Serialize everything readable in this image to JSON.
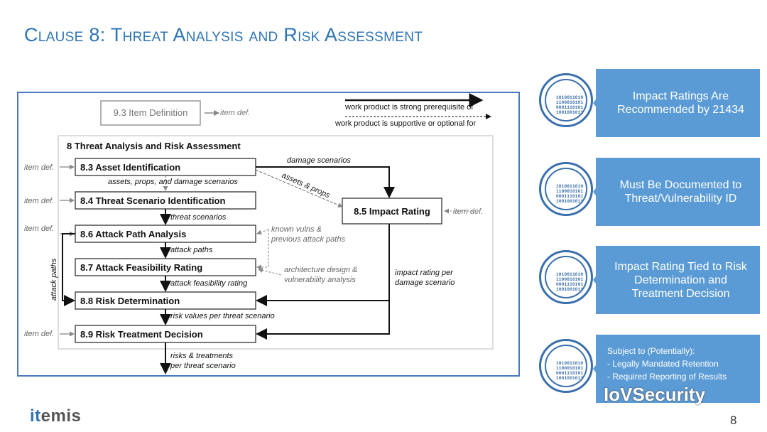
{
  "title": "Clause 8: Threat Analysis and Risk Assessment",
  "diagram": {
    "item_def_top": "9.3 Item Definition",
    "item_def_arrow_label": "item def.",
    "legend_strong": "work product is strong prerequisite of",
    "legend_weak": "work product is supportive or optional for",
    "frame_title": "8 Threat Analysis and Risk Assessment",
    "boxes": {
      "asset": "8.3 Asset Identification",
      "threat": "8.4 Threat Scenario Identification",
      "attack_path": "8.6 Attack Path Analysis",
      "feasibility": "8.7 Attack Feasibility Rating",
      "risk_det": "8.8 Risk Determination",
      "treatment": "8.9 Risk Treatment Decision",
      "impact": "8.5 Impact Rating"
    },
    "labels": {
      "item_def": "item def.",
      "damage_scenarios": "damage scenarios",
      "assets_props_damage": "assets, props, and damage scenarios",
      "assets_props": "assets & props",
      "threat_scenarios": "threat scenarios",
      "known_vulns_1": "known vulns &",
      "known_vulns_2": "previous attack paths",
      "attack_paths": "attack paths",
      "attack_paths_side": "attack paths",
      "arch_design_1": "architecture design &",
      "arch_design_2": "vulnerability analysis",
      "impact_per_1": "impact rating per",
      "impact_per_2": "damage scenario",
      "attack_feasibility_rating": "attack feasibility rating",
      "risk_values": "risk values per threat scenario",
      "risks_treatments_1": "risks & treatments",
      "risks_treatments_2": "per threat scenario"
    }
  },
  "callouts": [
    {
      "text": "Impact Ratings Are Recommended by 21434"
    },
    {
      "text": "Must Be Documented to Threat/Vulnerability ID"
    },
    {
      "text": "Impact Rating Tied to Risk Determination and Treatment Decision"
    },
    {
      "heading": "Subject to (Potentially):",
      "line1": "- Legally Mandated Retention",
      "line2": "- Required Reporting of Results"
    }
  ],
  "binary_lines": [
    "1010011010",
    "1100010101",
    "0001110101",
    "1001001011"
  ],
  "logo": {
    "first": "it",
    "second": "emis"
  },
  "watermark": "IoVSecurity",
  "page_number": "8"
}
